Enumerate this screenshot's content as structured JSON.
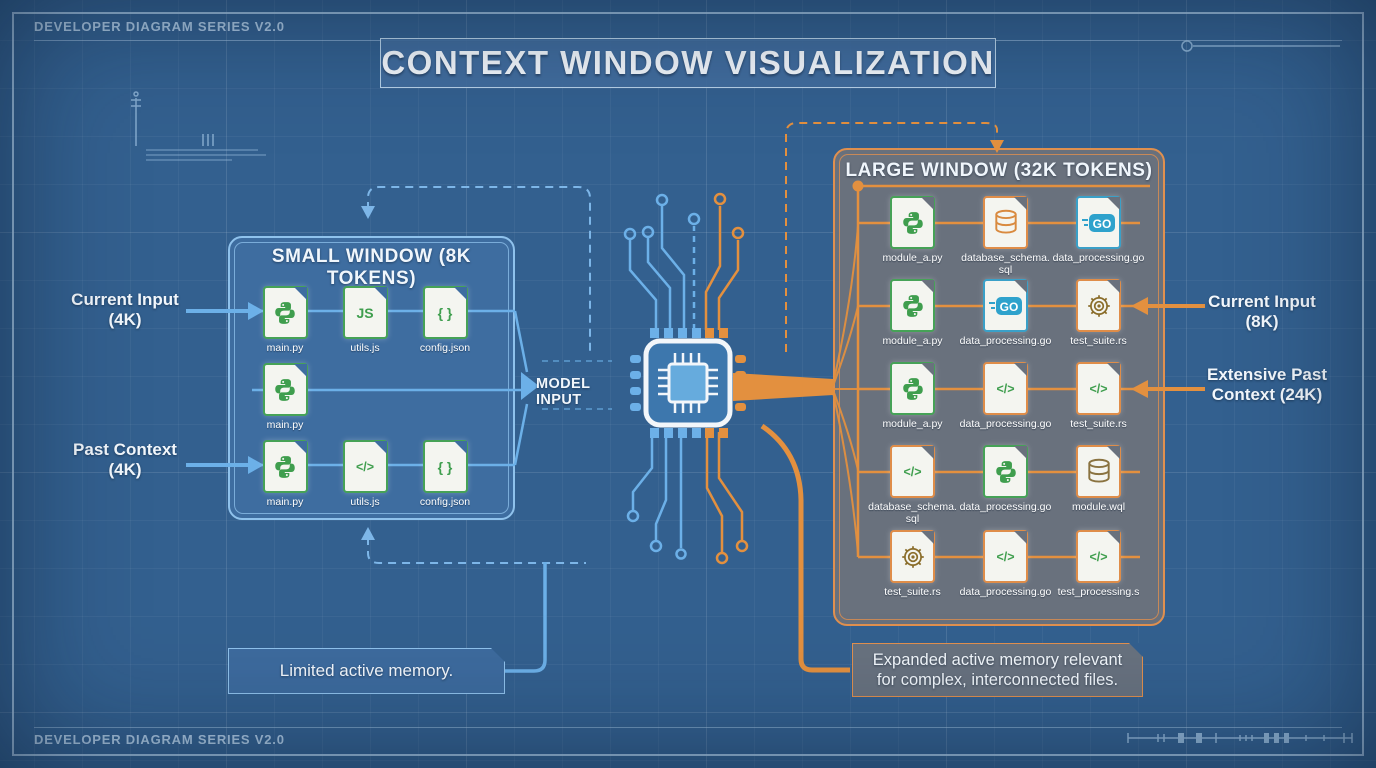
{
  "meta": {
    "series_top": "DEVELOPER DIAGRAM SERIES V2.0",
    "series_bottom": "DEVELOPER DIAGRAM SERIES V2.0"
  },
  "title": "CONTEXT WINDOW VISUALIZATION",
  "model_input_label": "MODEL INPUT",
  "left_annotations": [
    {
      "title": "Current Input",
      "subtitle": "(4K)"
    },
    {
      "title": "Past Context",
      "subtitle": "(4K)"
    }
  ],
  "right_annotations": [
    {
      "title": "Current Input",
      "subtitle": "(8K)"
    },
    {
      "title": "Extensive Past",
      "subtitle": "Context (24K)"
    }
  ],
  "small_window": {
    "title": "SMALL WINDOW (8K TOKENS)",
    "note": "Limited active memory.",
    "rows": [
      [
        {
          "label": "main.py",
          "type": "python",
          "border": "green"
        },
        {
          "label": "utils.js",
          "type": "js",
          "border": "green"
        },
        {
          "label": "config.json",
          "type": "braces",
          "border": "green"
        }
      ],
      [
        {
          "label": "main.py",
          "type": "python",
          "border": "green"
        },
        null,
        null
      ],
      [
        {
          "label": "main.py",
          "type": "python",
          "border": "green"
        },
        {
          "label": "utils.js",
          "type": "code",
          "border": "green"
        },
        {
          "label": "config.json",
          "type": "braces",
          "border": "green"
        }
      ]
    ]
  },
  "large_window": {
    "title": "LARGE WINDOW (32K TOKENS)",
    "note": "Expanded active memory relevant\nfor complex, interconnected files.",
    "rows": [
      [
        {
          "label": "module_a.py",
          "type": "python",
          "border": "green"
        },
        {
          "label": "database_schema.sql",
          "type": "db",
          "border": "orange",
          "variant": "orange"
        },
        {
          "label": "data_processing.go",
          "type": "go",
          "border": "blue"
        }
      ],
      [
        {
          "label": "module_a.py",
          "type": "python",
          "border": "green"
        },
        {
          "label": "data_processing.go",
          "type": "go",
          "border": "blue"
        },
        {
          "label": "test_suite.rs",
          "type": "rust",
          "border": "orange"
        }
      ],
      [
        {
          "label": "module_a.py",
          "type": "python",
          "border": "green"
        },
        {
          "label": "data_processing.go",
          "type": "code",
          "border": "orange"
        },
        {
          "label": "test_suite.rs",
          "type": "code",
          "border": "orange"
        }
      ],
      [
        {
          "label": "database_schema.sql",
          "type": "code",
          "border": "orange"
        },
        {
          "label": "data_processing.go",
          "type": "python",
          "border": "green"
        },
        {
          "label": "module.wql",
          "type": "db",
          "border": "orange",
          "variant": "dark"
        }
      ],
      [
        {
          "label": "test_suite.rs",
          "type": "rust",
          "border": "orange"
        },
        {
          "label": "data_processing.go",
          "type": "code",
          "border": "orange"
        },
        {
          "label": "test_processing.s",
          "type": "code",
          "border": "orange"
        }
      ]
    ]
  },
  "colors": {
    "background": "#33608f",
    "blue_accent": "#6cb0e8",
    "orange_accent": "#e3903f",
    "green_icon": "#3f9e4e",
    "go_blue": "#2ea2cc",
    "rust_gold": "#8a6d2a",
    "db_orange": "#d98a3f",
    "large_window_fill": "#69717d",
    "small_window_fill": "#3e6da0"
  }
}
